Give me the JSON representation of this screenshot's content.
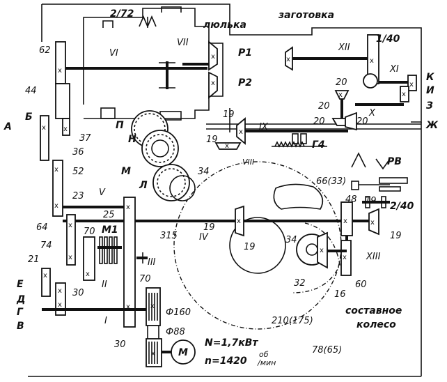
{
  "labels": {
    "cradle": "люлька",
    "workpiece": "заготовка",
    "power": "N=1,7кВт",
    "speed": "n=1420",
    "speed_sup": "об",
    "speed_unit": "/мин",
    "composite_wheel_1": "составное",
    "composite_wheel_2": "колесо",
    "motor": "M"
  },
  "gear_counts": {
    "g2_72": "2/72",
    "g62": "62",
    "g44": "44",
    "g37": "37",
    "g36": "36",
    "g52": "52",
    "g23": "23",
    "g25": "25",
    "g64": "64",
    "g74": "74",
    "g70a": "70",
    "g21": "21",
    "g30a": "30",
    "g70b": "70",
    "g30b": "30",
    "g315": "315",
    "g34a": "34",
    "g66": "66(33)",
    "g19a": "19",
    "g19b": "19",
    "g19c": "19",
    "g19d": "19",
    "g19e": "19",
    "g19f": "19",
    "g1_40": "1/40",
    "g20a": "20",
    "g20b": "20",
    "g20c": "20",
    "g20d": "20",
    "g48": "48",
    "g2_40": "2/40",
    "g34b": "34",
    "g32": "32",
    "g16": "16",
    "g60": "60",
    "g210": "210(175)",
    "g78": "78(65)",
    "d160": "Ф160",
    "d88": "Ф88"
  },
  "letters": {
    "A": "А",
    "B": "Б",
    "E": "Е",
    "D": "Д",
    "G": "Г",
    "V": "В",
    "P": "П",
    "N": "Н",
    "M": "М",
    "L": "Л",
    "M1": "М1",
    "P1": "Р1",
    "P2": "Р2",
    "K": "К",
    "I": "И",
    "Z": "З",
    "Zh": "Ж",
    "G4": "Г4",
    "RV": "РВ"
  },
  "shafts": {
    "I": "I",
    "II": "II",
    "III": "III",
    "IV": "IV",
    "V": "V",
    "VI": "VI",
    "VII": "VII",
    "VIII": "VIII",
    "IX": "IX",
    "X": "X",
    "XI": "XI",
    "XII": "XII",
    "XIII": "XIII"
  }
}
